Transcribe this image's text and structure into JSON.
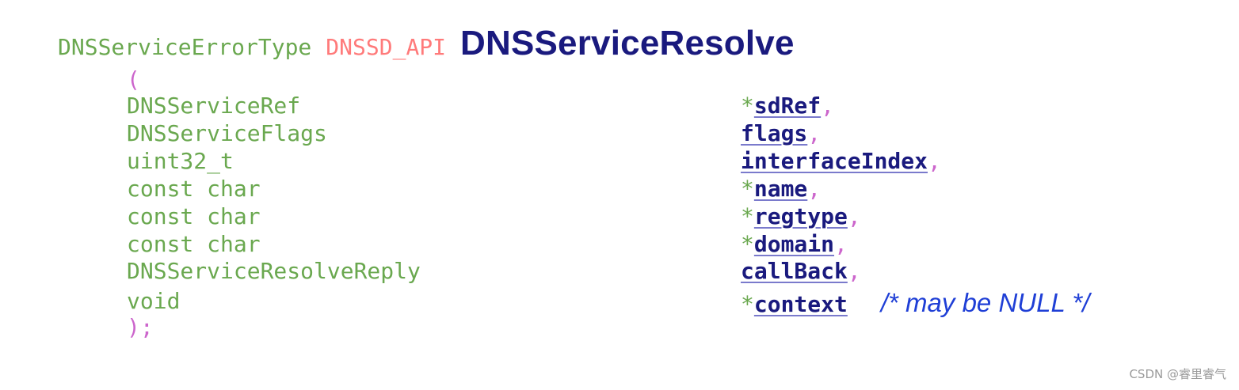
{
  "signature": {
    "return_type": "DNSServiceErrorType",
    "api_macro": "DNSSD_API",
    "function_name": "DNSServiceResolve",
    "open_paren": "(",
    "close_paren": ");"
  },
  "params": [
    {
      "type": "DNSServiceRef",
      "star": "*",
      "name": "sdRef",
      "sep": ","
    },
    {
      "type": "DNSServiceFlags",
      "star": "",
      "name": "flags",
      "sep": ","
    },
    {
      "type": "uint32_t",
      "star": "",
      "name": "interfaceIndex",
      "sep": ","
    },
    {
      "type": "const char",
      "star": "*",
      "name": "name",
      "sep": ","
    },
    {
      "type": "const char",
      "star": "*",
      "name": "regtype",
      "sep": ","
    },
    {
      "type": "const char",
      "star": "*",
      "name": "domain",
      "sep": ","
    },
    {
      "type": "DNSServiceResolveReply",
      "star": "",
      "name": "callBack",
      "sep": ","
    },
    {
      "type": "void",
      "star": "*",
      "name": "context",
      "sep": "",
      "comment": "/* may be NULL */"
    }
  ],
  "watermark": "CSDN @睿里睿气",
  "colors": {
    "type_green": "#6aa84f",
    "macro_red": "#ff7a7a",
    "function_navy": "#1a1a7e",
    "punct_magenta": "#cc66cc",
    "comment_blue": "#1f3fd6"
  }
}
